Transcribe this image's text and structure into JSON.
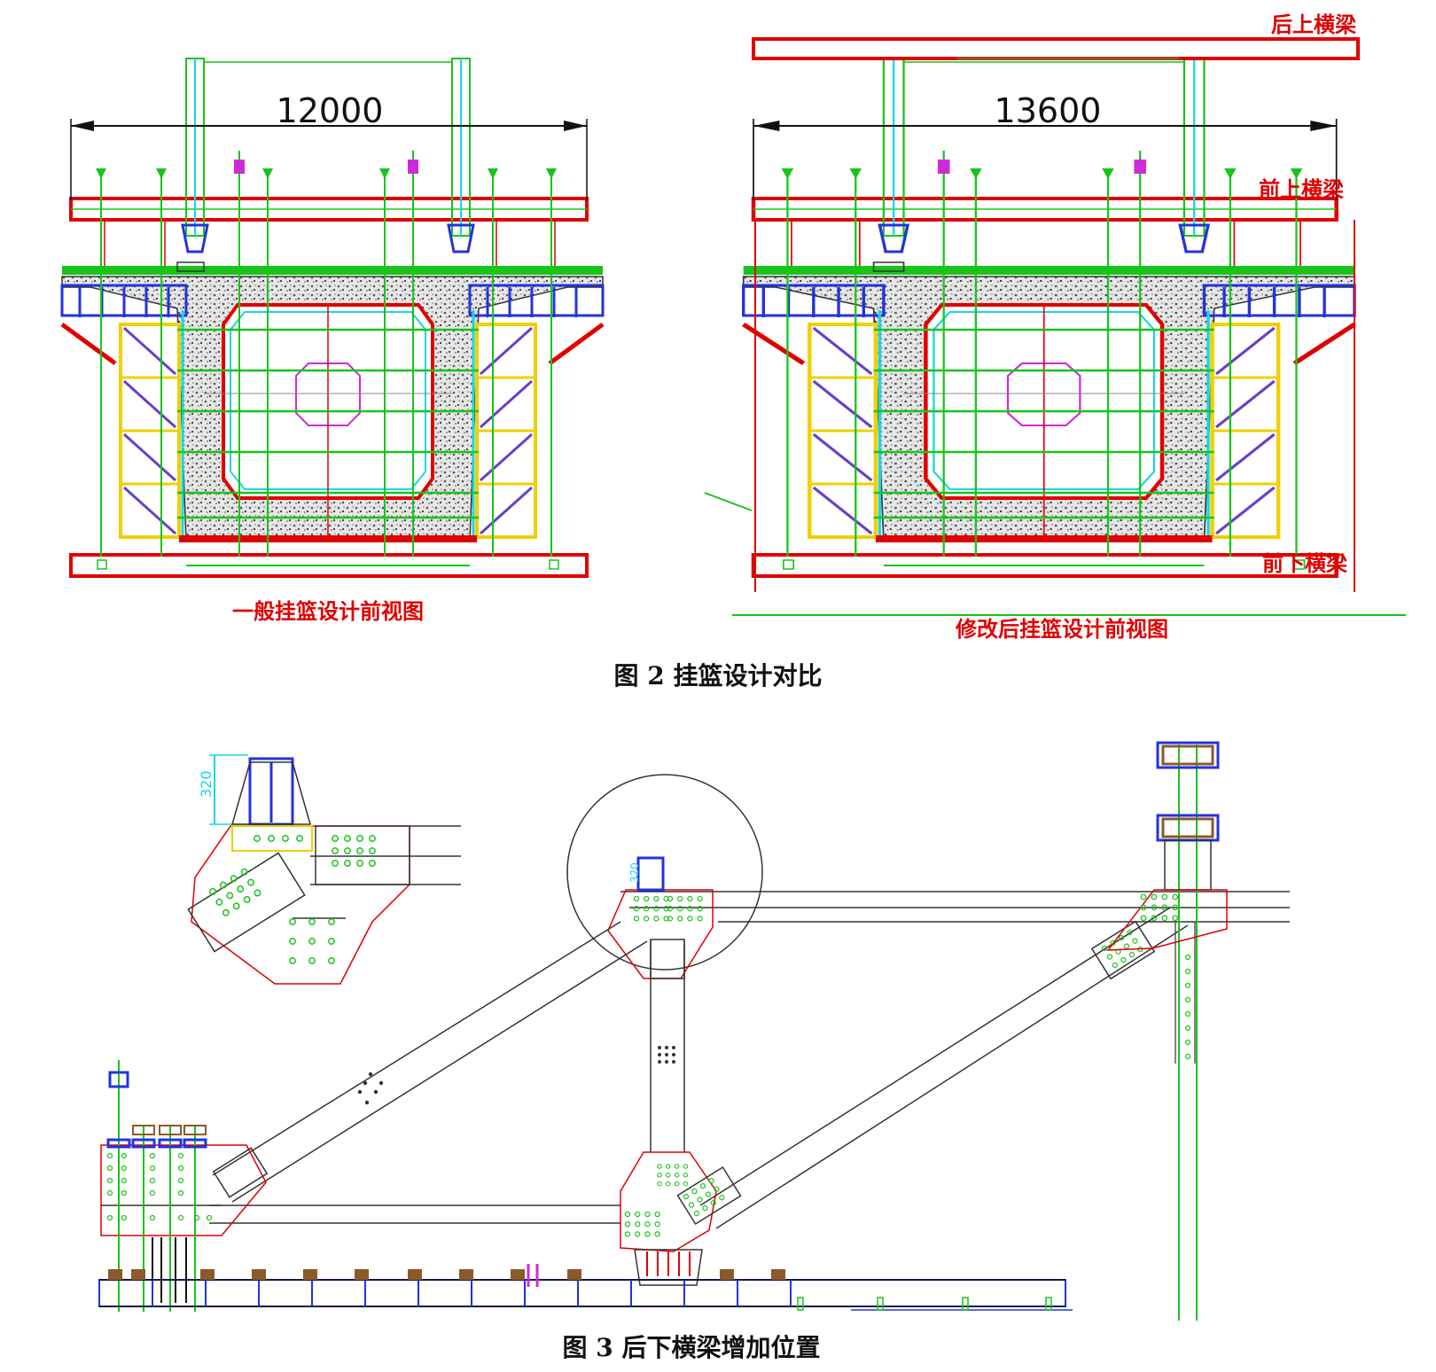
{
  "figure2": {
    "caption": "图 2  挂篮设计对比",
    "left": {
      "dimension": "12000",
      "title": "一般挂篮设计前视图"
    },
    "right": {
      "dimension": "13600",
      "title": "修改后挂篮设计前视图",
      "labels": {
        "rear_upper_beam": "后上横梁",
        "front_upper_beam": "前上横梁",
        "front_lower_beam": "前下横梁"
      }
    }
  },
  "figure3": {
    "caption": "图 3  后下横梁增加位置",
    "detail_dimension": "320",
    "main_dimension": "320"
  },
  "colors": {
    "red": "#e10000",
    "green": "#19c419",
    "blue": "#2233dd",
    "yellow": "#f0d000",
    "cyan": "#17d6e6",
    "magenta": "#d02ad8",
    "purple": "#6a3fc8",
    "concrete": "#9a9a9a"
  }
}
